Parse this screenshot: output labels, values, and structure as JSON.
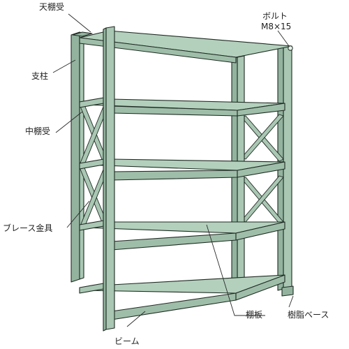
{
  "labels": {
    "top_shelf_support": "天棚受",
    "bolt_line1": "ボルト",
    "bolt_line2": "M8×15",
    "post": "支柱",
    "middle_shelf_support": "中棚受",
    "brace_fitting": "ブレース金具",
    "shelf_board": "棚板",
    "resin_base": "樹脂ベース",
    "beam": "ビーム"
  }
}
